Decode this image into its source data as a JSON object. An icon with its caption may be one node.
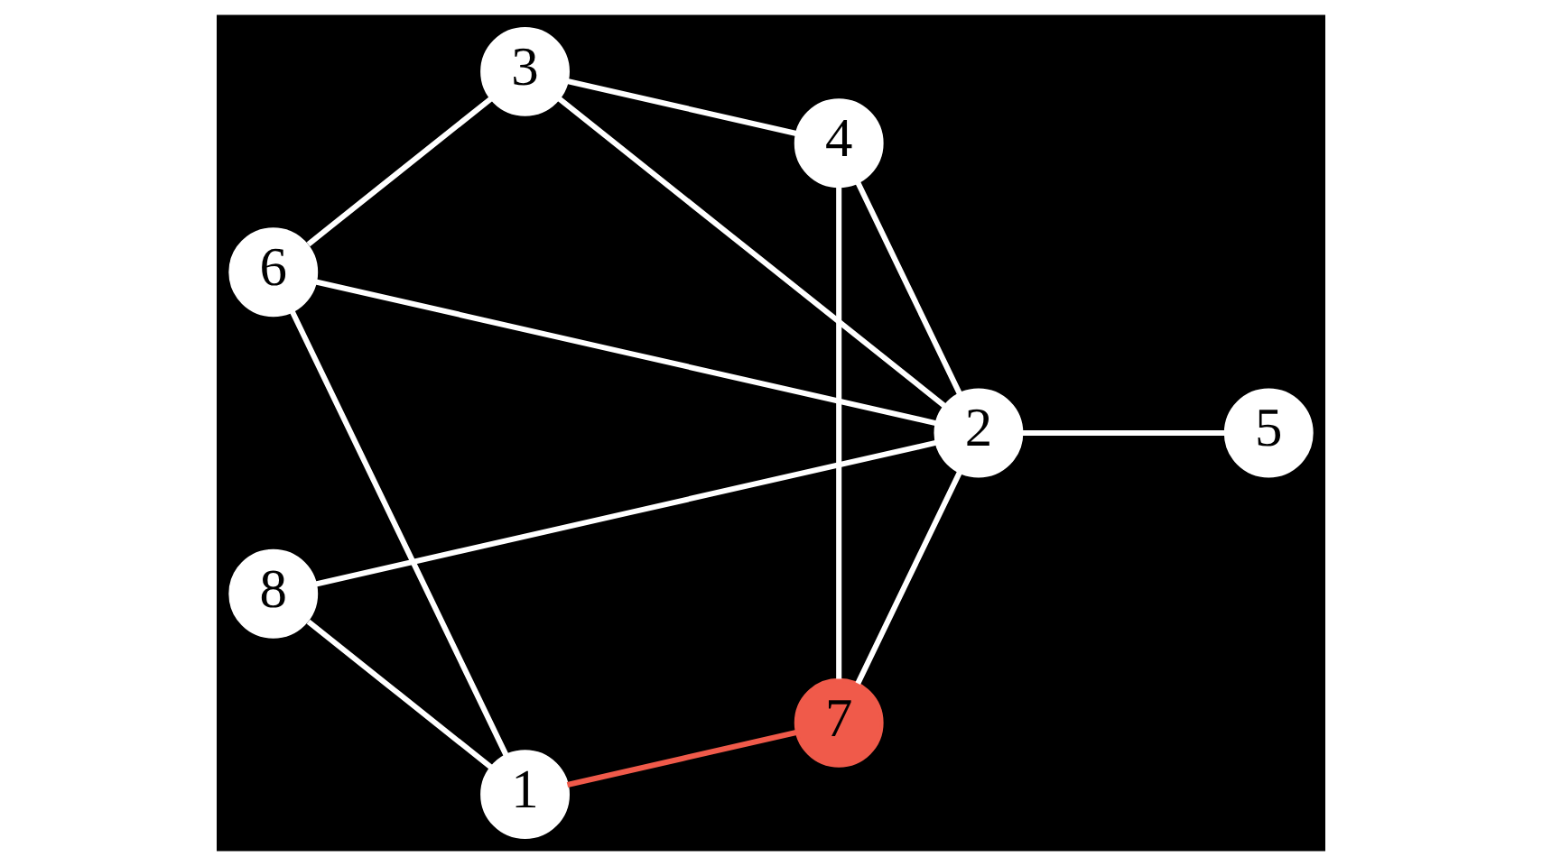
{
  "diagram": {
    "nodes": [
      {
        "text": [
          "3"
        ]
      },
      {
        "text": [
          "4"
        ]
      },
      {
        "text": [
          "2"
        ]
      },
      {
        "text": [
          "5"
        ]
      },
      {
        "text": [
          "1"
        ]
      },
      {
        "text": [
          "6"
        ]
      },
      {
        "text": [
          "8"
        ]
      },
      {
        "text": [
          "7"
        ]
      }
    ],
    "edges": [
      {
        "from": 0,
        "to": 1,
        "arrow": "none"
      },
      {
        "from": 0,
        "to": 2,
        "arrow": "none"
      },
      {
        "from": 1,
        "to": 2,
        "arrow": "none"
      },
      {
        "from": 1,
        "to": 7,
        "arrow": "none"
      },
      {
        "from": 0,
        "to": 5,
        "arrow": "none"
      },
      {
        "from": 2,
        "to": 3,
        "arrow": "none"
      },
      {
        "from": 2,
        "to": 5,
        "arrow": "none"
      },
      {
        "from": 2,
        "to": 7,
        "arrow": "none"
      },
      {
        "from": 2,
        "to": 6,
        "arrow": "none"
      },
      {
        "from": 4,
        "to": 5,
        "arrow": "none"
      },
      {
        "from": 4,
        "to": 7,
        "arrow": "none",
        "color": "#f05a4a"
      },
      {
        "from": 4,
        "to": 6,
        "arrow": "none"
      }
    ]
  }
}
